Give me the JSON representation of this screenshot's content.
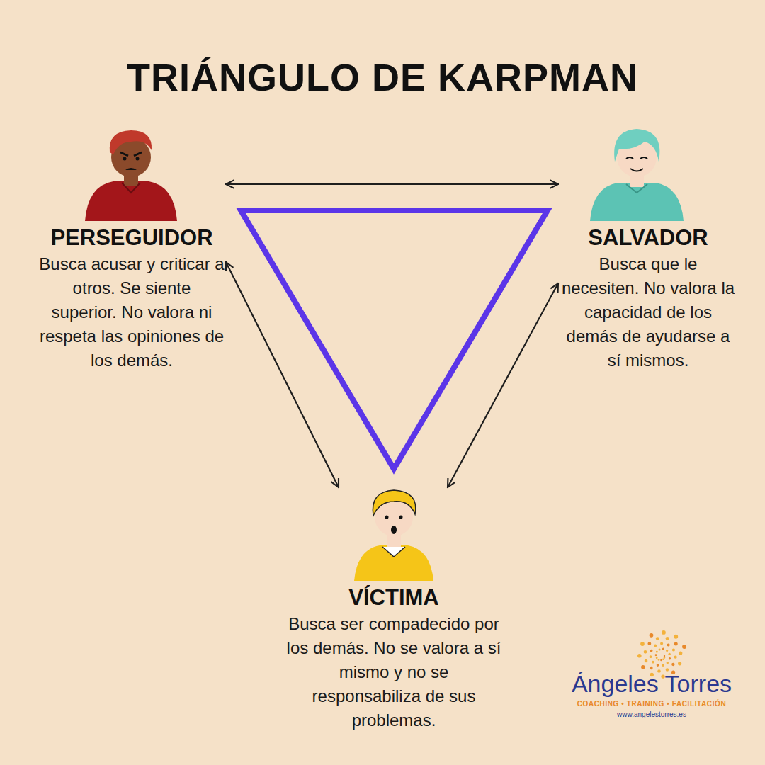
{
  "diagram": {
    "title": "TRIÁNGULO DE KARPMAN",
    "nodes": [
      {
        "text": [
          "PERSEGUIDOR",
          "Busca acusar y criticar a otros. Se siente superior. No valora ni respeta las opiniones de los demás."
        ]
      },
      {
        "text": [
          "SALVADOR",
          "Busca que le necesiten. No valora la capacidad de los demás de ayudarse a sí mismos."
        ]
      },
      {
        "text": [
          "VÍCTIMA",
          "Busca ser compadecido por los demás. No se valora a sí mismo y no se responsabiliza de sus problemas."
        ]
      }
    ],
    "edges": [
      {
        "from": 0,
        "to": 1,
        "arrow": "both"
      },
      {
        "from": 0,
        "to": 2,
        "arrow": "both"
      },
      {
        "from": 1,
        "to": 2,
        "arrow": "both"
      }
    ],
    "labels": [
      "Ángeles Torres",
      "COACHING • TRAINING • FACILITACIÓN",
      "www.angelestorres.es"
    ]
  }
}
